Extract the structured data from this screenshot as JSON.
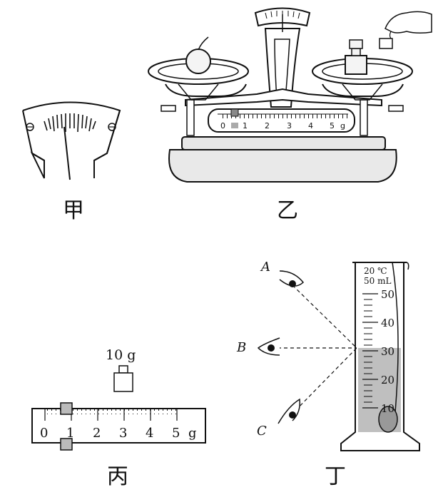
{
  "labels": {
    "jia": "甲",
    "yi": "乙",
    "bing": "丙",
    "ding": "丁"
  },
  "balance_beam": {
    "ticks": [
      "0",
      "1",
      "2",
      "3",
      "4",
      "5",
      "g"
    ]
  },
  "beam_scale": {
    "ticks": [
      "0",
      "1",
      "2",
      "3",
      "4",
      "5"
    ],
    "unit": "g"
  },
  "weight_label": "10 g",
  "cylinder": {
    "temp": "20 ℃",
    "capacity": "50 mL",
    "marks": [
      "50",
      "40",
      "30",
      "20",
      "10"
    ]
  },
  "eye_labels": [
    "A",
    "B",
    "C"
  ]
}
